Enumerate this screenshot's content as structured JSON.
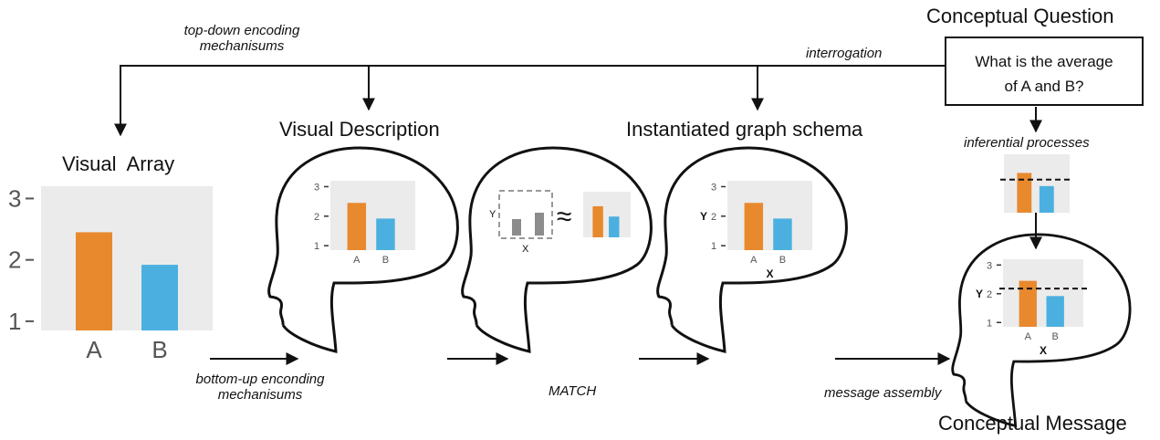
{
  "titles": {
    "visual_array": "Visual  Array",
    "visual_description": "Visual Description",
    "instantiated_schema": "Instantiated graph schema",
    "conceptual_question": "Conceptual Question",
    "conceptual_message": "Conceptual Message"
  },
  "question": {
    "text": "What is the average\nof A and B?"
  },
  "flow_labels": {
    "top_down": "top-down encoding\nmechanisums",
    "interrogation": "interrogation",
    "inferential": "inferential processes",
    "bottom_up": "bottom-up enconding\nmechanisums",
    "match": "MATCH",
    "message_assembly": "message assembly"
  },
  "axis_symbols": {
    "y": "Y",
    "x": "X",
    "approx": "≈"
  },
  "colors": {
    "bar_a": "#E8892E",
    "bar_b": "#4BB0E0",
    "panel": "#EBEBEB",
    "abstract_bar": "#8C8C8C",
    "ink": "#111111",
    "tick_text": "#555555"
  },
  "icons": [
    "head-outline-icon",
    "arrow-icon",
    "dashed-average-line-icon",
    "approximately-equal-icon"
  ],
  "chart_data": {
    "type": "bar",
    "categories": [
      "A",
      "B"
    ],
    "values": [
      2.45,
      1.92
    ],
    "yticks": [
      1,
      2,
      3
    ],
    "ylim": [
      0.85,
      3.2
    ],
    "average_line": 2.18
  }
}
